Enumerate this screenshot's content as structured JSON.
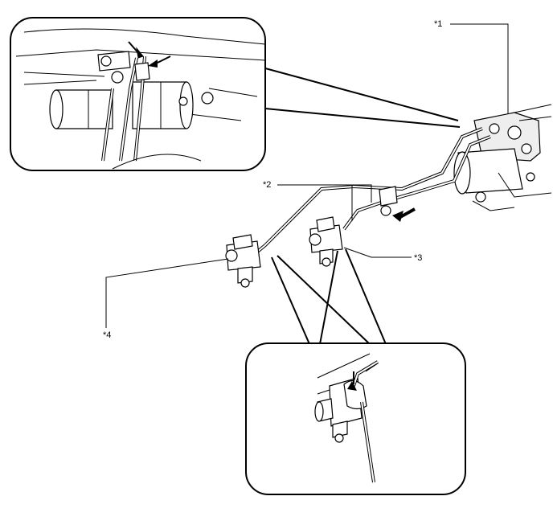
{
  "callouts": {
    "c1": "*1",
    "c2": "*2",
    "c3": "*3",
    "c4": "*4"
  },
  "icons": [
    "arrow-icon",
    "bolt-icon"
  ]
}
